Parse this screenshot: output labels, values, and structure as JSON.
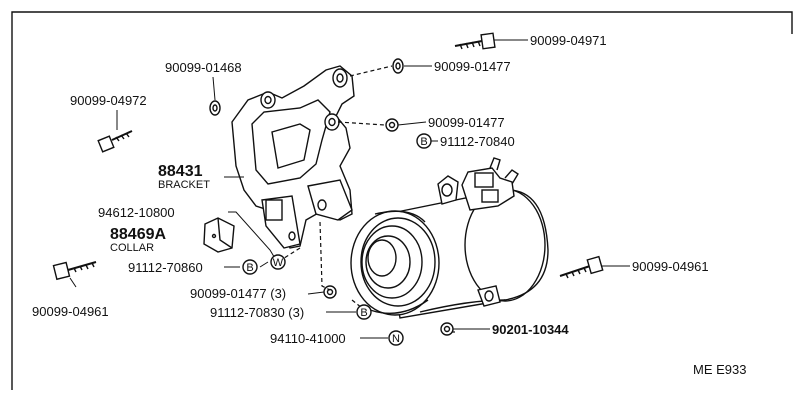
{
  "labels": {
    "bolt_top_right": "90099-04971",
    "washer_top_1": "90099-01477",
    "washer_top_left": "90099-01468",
    "bolt_upper_left": "90099-04972",
    "washer_mid": "90099-01477",
    "bolt_b_mid": "91112-70840",
    "bracket_number": "88431",
    "bracket_name": "BRACKET",
    "cushion": "94612-10800",
    "collar_number": "88469A",
    "collar_name": "COLLAR",
    "bolt_b_left": "91112-70860",
    "bolt_lower_left": "90099-04961",
    "washer_lower": "90099-01477 (3)",
    "bolt_b_lower": "91112-70830 (3)",
    "nut_n": "94110-41000",
    "bolt_lower_right": "90099-04961",
    "stud_right": "90201-10344",
    "page_code": "ME  E933"
  },
  "markers": {
    "b": "B",
    "w": "W",
    "n": "N"
  }
}
